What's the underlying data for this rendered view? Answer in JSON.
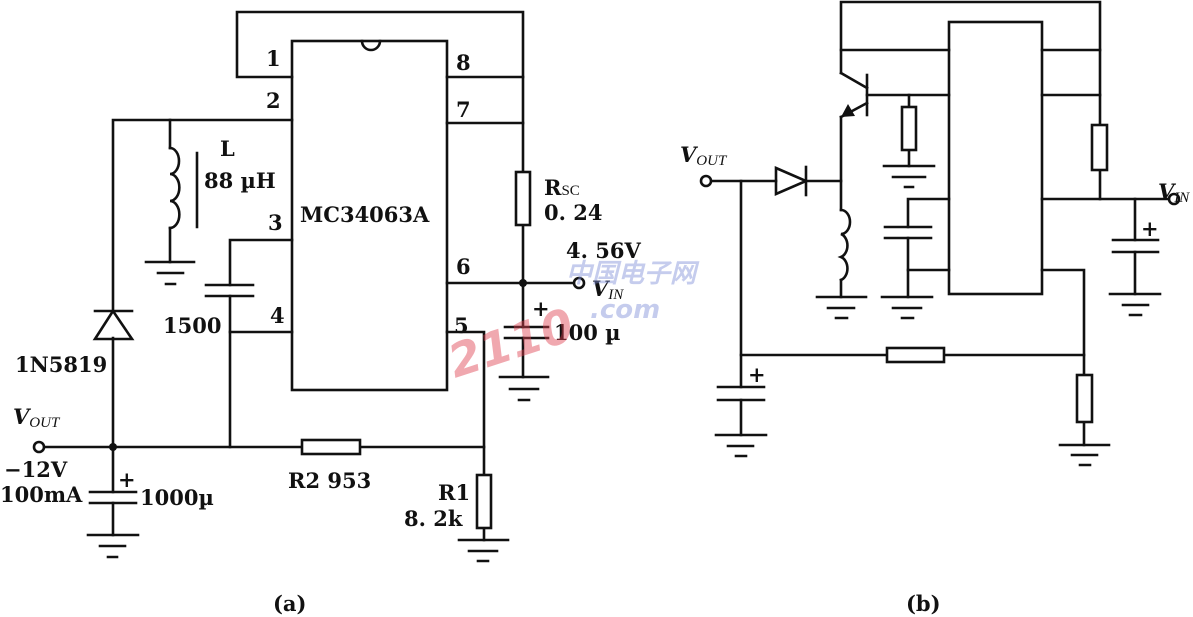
{
  "diagram_a": {
    "caption": "(a)",
    "ic_label": "MC34063A",
    "pins": [
      "1",
      "2",
      "3",
      "4",
      "5",
      "6",
      "7",
      "8"
    ],
    "inductor": {
      "name": "L",
      "value": "88 µH"
    },
    "timing_cap": "1500",
    "diode": "1N5819",
    "rsc": {
      "name": "R",
      "sub": "SC",
      "value": "0. 24"
    },
    "vin": {
      "voltage": "4. 56V",
      "label": "V",
      "sub": "IN"
    },
    "cin": "100 µ",
    "vout": {
      "label": "V",
      "sub": "OUT",
      "voltage": "−12V",
      "current": "100mA"
    },
    "cout": "1000µ",
    "r2": "R2  953",
    "r1": {
      "name": "R1",
      "value": "8. 2k"
    },
    "plus": "+"
  },
  "diagram_b": {
    "caption": "(b)",
    "vout": {
      "label": "V",
      "sub": "OUT"
    },
    "vin": {
      "label": "V",
      "sub": "IN"
    },
    "plus": "+"
  },
  "watermark": {
    "red": "2110",
    "blue_top": "中国电子网",
    "blue_bottom": ".com"
  }
}
